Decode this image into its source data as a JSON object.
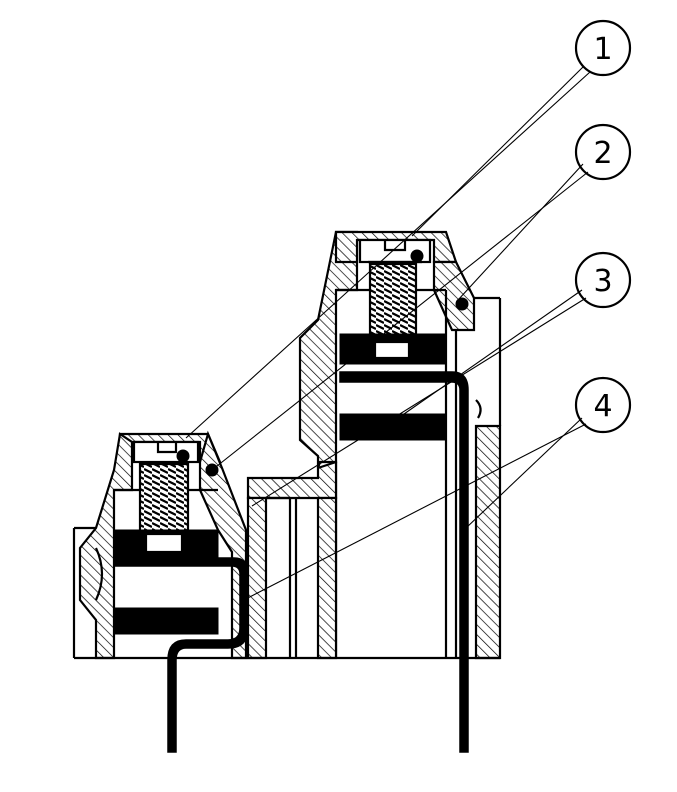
{
  "callouts": [
    {
      "label": "1"
    },
    {
      "label": "2"
    },
    {
      "label": "3"
    },
    {
      "label": "4"
    }
  ],
  "colors": {
    "stroke": "#000000",
    "background": "#ffffff"
  }
}
